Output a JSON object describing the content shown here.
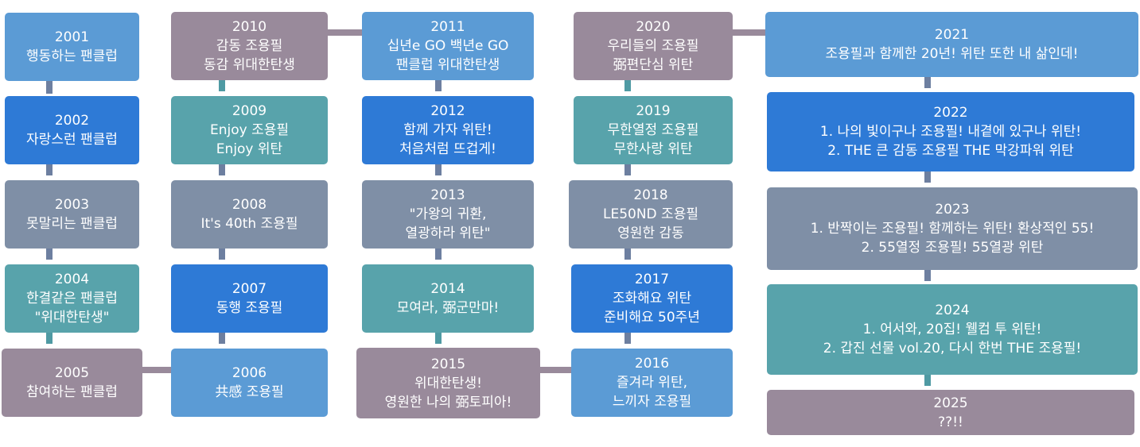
{
  "colors": {
    "blue_light": "#5b9bd5",
    "blue_dark": "#2e7ad6",
    "slate": "#7f8fa6",
    "teal": "#58a3ab",
    "mauve": "#998a9b",
    "connector": "#6d7fa0",
    "connector_teal": "#4f9aa3"
  },
  "timeline": [
    {
      "year": "2001",
      "lines": [
        "행동하는 팬클럽"
      ]
    },
    {
      "year": "2002",
      "lines": [
        "자랑스런 팬클럽"
      ]
    },
    {
      "year": "2003",
      "lines": [
        "못말리는 팬클럽"
      ]
    },
    {
      "year": "2004",
      "lines": [
        "한결같은 팬클럽",
        "\"위대한탄생\""
      ]
    },
    {
      "year": "2005",
      "lines": [
        "참여하는 팬클럽"
      ]
    },
    {
      "year": "2006",
      "lines": [
        "共感 조용필"
      ]
    },
    {
      "year": "2007",
      "lines": [
        "동행 조용필"
      ]
    },
    {
      "year": "2008",
      "lines": [
        "It's 40th 조용필"
      ]
    },
    {
      "year": "2009",
      "lines": [
        "Enjoy 조용필",
        "Enjoy 위탄"
      ]
    },
    {
      "year": "2010",
      "lines": [
        "감동 조용필",
        "동감 위대한탄생"
      ]
    },
    {
      "year": "2011",
      "lines": [
        "십년e GO 백년e GO",
        "팬클럽 위대한탄생"
      ]
    },
    {
      "year": "2012",
      "lines": [
        "함께 가자 위탄!",
        "처음처럼 뜨겁게!"
      ]
    },
    {
      "year": "2013",
      "lines": [
        "\"가왕의 귀환,",
        "열광하라 위탄\""
      ]
    },
    {
      "year": "2014",
      "lines": [
        "모여라, 弼군만마!"
      ]
    },
    {
      "year": "2015",
      "lines": [
        "위대한탄생!",
        "영원한 나의 弼토피아!"
      ]
    },
    {
      "year": "2016",
      "lines": [
        "즐겨라 위탄,",
        "느끼자 조용필"
      ]
    },
    {
      "year": "2017",
      "lines": [
        "조화해요 위탄",
        "준비해요 50주년"
      ]
    },
    {
      "year": "2018",
      "lines": [
        "LE50ND 조용필",
        "영원한 감동"
      ]
    },
    {
      "year": "2019",
      "lines": [
        "무한열정 조용필",
        "무한사랑 위탄"
      ]
    },
    {
      "year": "2020",
      "lines": [
        "우리들의 조용필",
        "弼편단심 위탄"
      ]
    },
    {
      "year": "2021",
      "lines": [
        "조용필과 함께한 20년! 위탄 또한 내 삶인데!"
      ]
    },
    {
      "year": "2022",
      "lines": [
        "1. 나의 빛이구나 조용필! 내곁에 있구나 위탄!",
        "2. THE 큰 감동 조용필 THE 막강파워 위탄"
      ]
    },
    {
      "year": "2023",
      "lines": [
        "1. 반짝이는 조용필! 함께하는 위탄! 환상적인 55!",
        "2. 55열정 조용필! 55열광 위탄"
      ]
    },
    {
      "year": "2024",
      "lines": [
        "1. 어서와, 20집! 웰컴 투 위탄!",
        "2. 갑진 선물 vol.20, 다시 한번 THE 조용필!"
      ]
    },
    {
      "year": "2025",
      "lines": [
        "??!!"
      ]
    }
  ]
}
